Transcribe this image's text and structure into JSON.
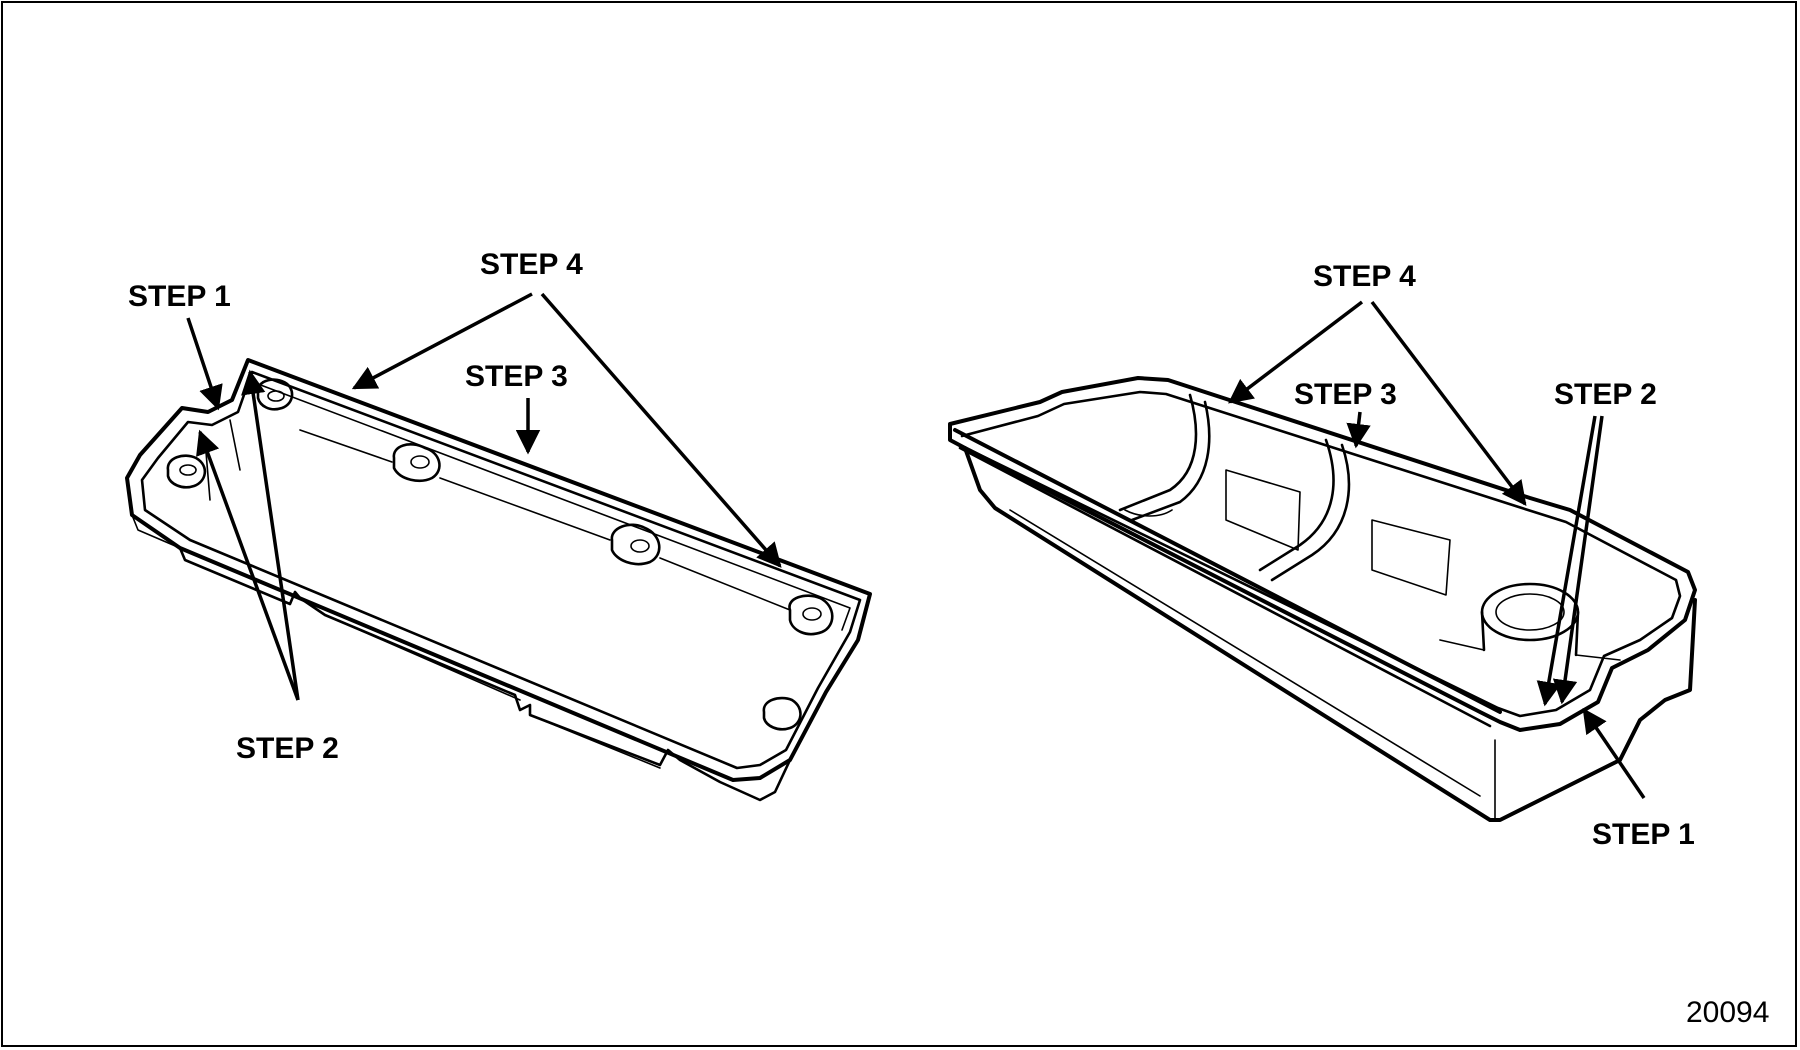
{
  "figure": {
    "left_view": {
      "labels": {
        "step1": "STEP 1",
        "step2": "STEP 2",
        "step3": "STEP 3",
        "step4": "STEP 4"
      }
    },
    "right_view": {
      "labels": {
        "step1": "STEP 1",
        "step2": "STEP 2",
        "step3": "STEP 3",
        "step4": "STEP 4"
      }
    },
    "figure_number": "20094"
  }
}
